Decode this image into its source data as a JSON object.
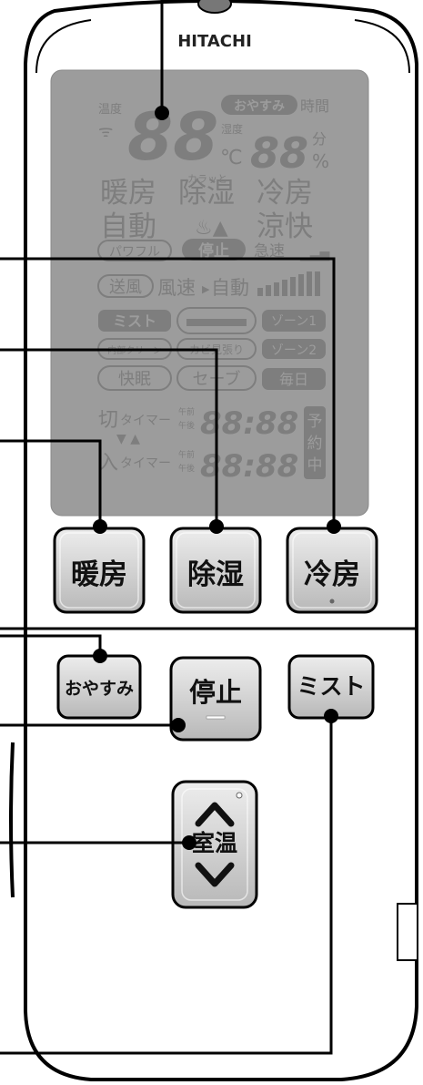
{
  "brand": "HITACHI",
  "lcd": {
    "temp_label": "温度",
    "digits_big": "88",
    "oyasumi_badge": "おやすみ",
    "time_label": "時間",
    "celsius": "℃",
    "humidity_label": "湿度",
    "digits_small": "88",
    "minute_label": "分",
    "percent": "%",
    "mode_row1": [
      "暖房",
      "除湿",
      "冷房"
    ],
    "karatto": "カラッと",
    "mode_row2": [
      "自動",
      "涼快"
    ],
    "powerful": "パワフル",
    "stop_badge": "停止",
    "kyusoku": "急速",
    "soufu": "送風",
    "fuusoku": "風速",
    "jido": "自動",
    "mist_badge": "ミスト",
    "zone1": "ゾーン1",
    "naibu_clean": "内部クリーン",
    "kabi_mihari": "カビ見張り",
    "zone2": "ゾーン2",
    "kaimin": "快眠",
    "save": "セーブ",
    "mainichi": "毎日",
    "kiri": "切",
    "timer": "タイマー",
    "iri": "入",
    "gozen": "午前",
    "gogo": "午後",
    "time_digits": "88:88",
    "yoyakuchu": [
      "予",
      "約",
      "中"
    ]
  },
  "buttons": {
    "heat": "暖房",
    "dehumid": "除湿",
    "cool": "冷房",
    "oyasumi": "おやすみ",
    "stop": "停止",
    "mist": "ミスト",
    "room_temp": "室温"
  }
}
